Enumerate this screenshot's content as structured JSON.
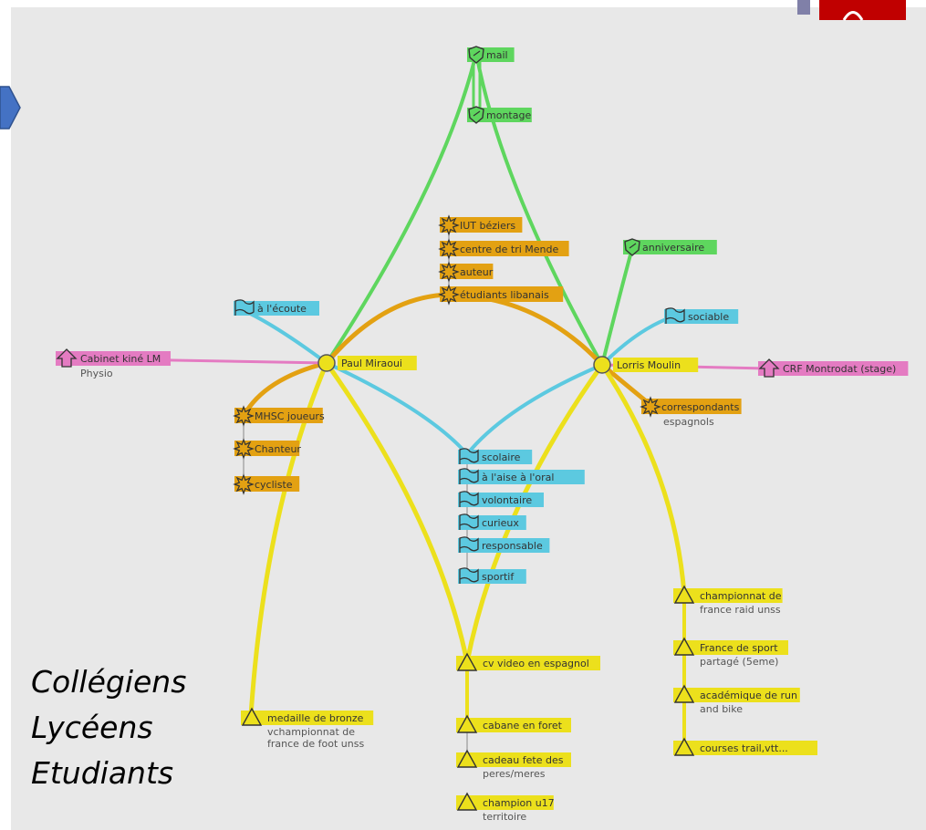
{
  "diagram": {
    "center_nodes": [
      {
        "id": "paul",
        "label": "Paul Miraoui"
      },
      {
        "id": "lorris",
        "label": "Lorris Moulin"
      }
    ],
    "green_nodes": [
      {
        "id": "mail",
        "label": "mail"
      },
      {
        "id": "montage",
        "label": "montage"
      },
      {
        "id": "anniversaire",
        "label": "anniversaire"
      }
    ],
    "orange_nodes": [
      {
        "id": "iut",
        "label": "IUT béziers"
      },
      {
        "id": "tri",
        "label": "centre de tri Mende"
      },
      {
        "id": "auteur",
        "label": "auteur"
      },
      {
        "id": "libanais",
        "label": "étudiants libanais"
      },
      {
        "id": "mhsc",
        "label": "MHSC joueurs"
      },
      {
        "id": "chanteur",
        "label": "Chanteur"
      },
      {
        "id": "cycliste",
        "label": "cycliste"
      },
      {
        "id": "corresp",
        "label": "correspondants",
        "sub": "espagnols"
      }
    ],
    "blue_nodes": [
      {
        "id": "ecoute",
        "label": "à l'écoute"
      },
      {
        "id": "sociable",
        "label": "sociable"
      },
      {
        "id": "scolaire",
        "label": "scolaire"
      },
      {
        "id": "aise",
        "label": "à l'aise à l'oral"
      },
      {
        "id": "volontaire",
        "label": "volontaire"
      },
      {
        "id": "curieux",
        "label": "curieux"
      },
      {
        "id": "responsable",
        "label": "responsable"
      },
      {
        "id": "sportif",
        "label": "sportif"
      }
    ],
    "pink_nodes": [
      {
        "id": "kine",
        "label": "Cabinet kiné LM",
        "sub": "Physio"
      },
      {
        "id": "crf",
        "label": "CRF Montrodat (stage)"
      }
    ],
    "yellow_nodes": [
      {
        "id": "medaille",
        "label": "medaille de bronze",
        "sub": "vchampionnat de",
        "sub2": "france de foot unss"
      },
      {
        "id": "cv",
        "label": "cv video en espagnol"
      },
      {
        "id": "cabane",
        "label": "cabane en foret"
      },
      {
        "id": "cadeau",
        "label": "cadeau fete des",
        "sub": "peres/meres"
      },
      {
        "id": "champion",
        "label": "champion u17",
        "sub": "territoire"
      },
      {
        "id": "raid",
        "label": "championnat de",
        "sub": "france raid unss"
      },
      {
        "id": "francesport",
        "label": "France de sport",
        "sub": "partagé (5eme)"
      },
      {
        "id": "academique",
        "label": "académique de run",
        "sub": "and bike"
      },
      {
        "id": "courses",
        "label": "courses trail,vtt..."
      }
    ]
  },
  "side_text": {
    "line1": "Collégiens",
    "line2": "Lycéens",
    "line3": "Etudiants"
  },
  "colors": {
    "green": "#5ed65e",
    "orange": "#e3a112",
    "blue": "#5cc9e0",
    "pink": "#e47bc2",
    "yellow": "#ece01c",
    "panel": "#e8e8e8",
    "arrow": "#4472c4",
    "corner": "#c00000"
  }
}
